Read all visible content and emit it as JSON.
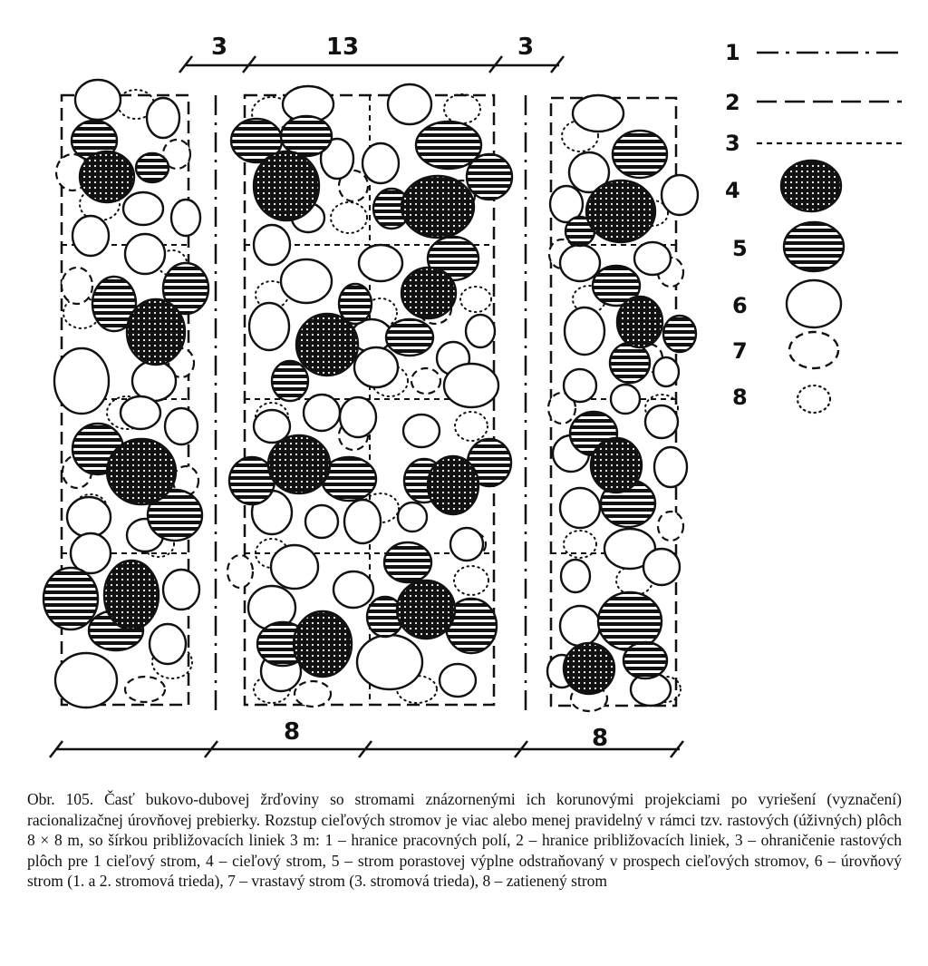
{
  "dimensions": {
    "top": [
      "3",
      "13",
      "3"
    ],
    "bottom": [
      "8",
      "8"
    ]
  },
  "legend": {
    "items": [
      {
        "num": "1",
        "symbol": "dash-dot-line"
      },
      {
        "num": "2",
        "symbol": "dashed-line"
      },
      {
        "num": "3",
        "symbol": "short-dashed-line"
      },
      {
        "num": "4",
        "symbol": "dotted-filled-crown"
      },
      {
        "num": "5",
        "symbol": "hatched-crown"
      },
      {
        "num": "6",
        "symbol": "open-crown"
      },
      {
        "num": "7",
        "symbol": "dashed-crown"
      },
      {
        "num": "8",
        "symbol": "dotted-crown"
      }
    ]
  },
  "caption": {
    "text": "Obr. 105. Časť bukovo-dubovej žrďoviny so stromami znázornenými ich korunovými projekciami po vyriešení (vyznačení) racionalizačnej úrovňovej prebierky. Rozstup cieľových stromov je viac alebo menej pravidelný v rámci tzv. rastových (úživných) plôch 8 × 8 m, so šírkou približovacích liniek 3 m: 1 – hranice pracovných polí, 2 – hranice približovacích liniek, 3 – ohraničenie rastových plôch pre 1 cieľový strom, 4 – cieľový strom, 5 – strom porastovej výplne odstraňovaný v prospech cieľových stromov, 6 – úrovňový strom (1. a 2. stromová trieda), 7 – vrastavý strom (3. stromová trieda), 8 – zatienený strom"
  }
}
